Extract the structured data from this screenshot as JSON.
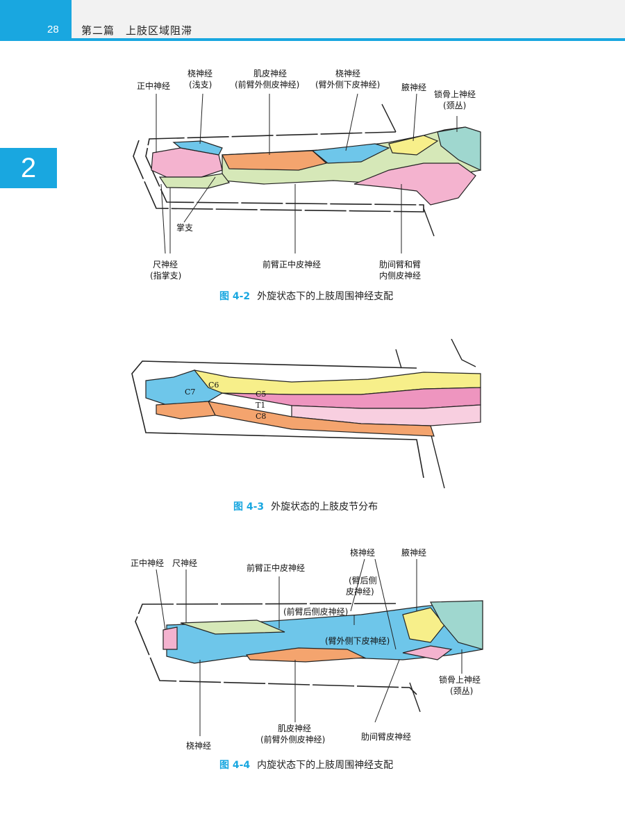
{
  "header": {
    "page_number": "28",
    "part": "第二篇",
    "chapter": "上肢区域阻滞"
  },
  "chapter_tab": "2",
  "figures": [
    {
      "number": "图 4-2",
      "caption": "外旋状态下的上肢周围神经支配",
      "labels": {
        "median": "正中神经",
        "radial_superficial_1": "桡神经",
        "radial_superficial_2": "(浅支)",
        "musculo_1": "肌皮神经",
        "musculo_2": "(前臂外侧皮神经)",
        "radial_lower_1": "桡神经",
        "radial_lower_2": "(臂外侧下皮神经)",
        "axillary": "腋神经",
        "supraclav_1": "锁骨上神经",
        "supraclav_2": "(颈丛)",
        "palmar": "掌支",
        "ulnar_1": "尺神经",
        "ulnar_2": "(指掌支)",
        "medial_forearm": "前臂正中皮神经",
        "intercosto_1": "肋间臂和臂",
        "intercosto_2": "内侧皮神经"
      }
    },
    {
      "number": "图 4-3",
      "caption": "外旋状态的上肢皮节分布",
      "labels": {
        "c6": "C6",
        "c7": "C7",
        "c5": "C5",
        "t1": "T1",
        "c8": "C8"
      }
    },
    {
      "number": "图 4-4",
      "caption": "内旋状态下的上肢周围神经支配",
      "labels": {
        "median": "正中神经",
        "ulnar": "尺神经",
        "medial_forearm": "前臂正中皮神经",
        "radial_top": "桡神经",
        "posterior_arm_1": "(臂后侧",
        "posterior_arm_2": "皮神经)",
        "axillary": "腋神经",
        "posterior_forearm": "(前臂后侧皮神经)",
        "lateral_lower_arm": "(臂外侧下皮神经)",
        "supraclav_1": "锁骨上神经",
        "supraclav_2": "(颈丛)",
        "radial_bottom": "桡神经",
        "musculo_1": "肌皮神经",
        "musculo_2": "(前臂外侧皮神经)",
        "intercostobrachial": "肋间臂皮神经"
      }
    }
  ],
  "colors": {
    "accent": "#19a7e0",
    "blue_region": "#6ec6ea",
    "orange_region": "#f4a46e",
    "green_region": "#d6e8b8",
    "pink_region": "#f4b3cf",
    "yellow_region": "#f7ef8a",
    "teal_region": "#9fd7cf",
    "dermatome_pink": "#ee95bf",
    "dermatome_light_pink": "#f8cfe0"
  }
}
